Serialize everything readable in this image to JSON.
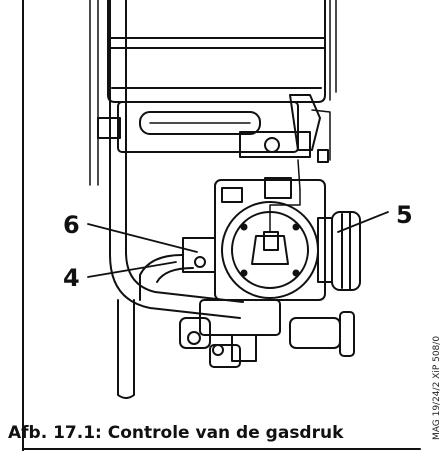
{
  "callouts": {
    "label_6": "6",
    "label_4": "4",
    "label_5": "5"
  },
  "caption": "Afb. 17.1: Controle van de gasdruk",
  "doc_reference": "MAG 19/24/2 XiP 508/0"
}
